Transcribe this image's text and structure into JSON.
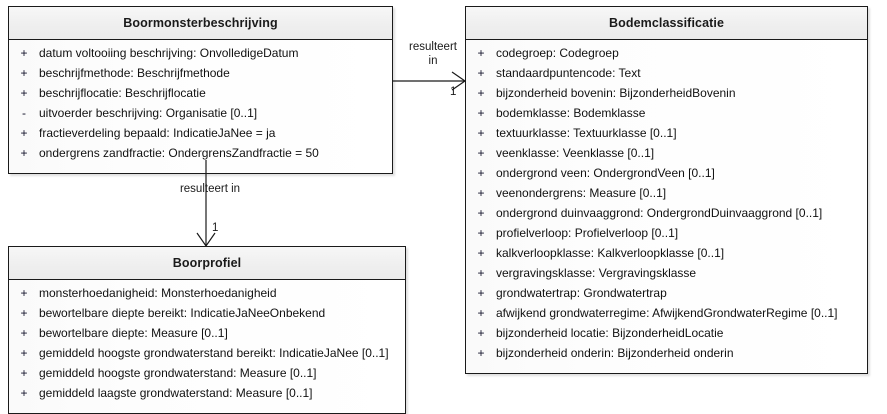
{
  "diagram": {
    "type": "uml-class-diagram",
    "language": "nl",
    "classes": [
      {
        "id": "boormonsterbeschrijving",
        "name": "Boormonsterbeschrijving",
        "attributes": [
          {
            "visibility": "+",
            "text": "datum voltooiing beschrijving: OnvolledigeDatum"
          },
          {
            "visibility": "+",
            "text": "beschrijfmethode: Beschrijfmethode"
          },
          {
            "visibility": "+",
            "text": "beschrijflocatie: Beschrijflocatie"
          },
          {
            "visibility": "-",
            "text": "uitvoerder beschrijving: Organisatie [0..1]"
          },
          {
            "visibility": "+",
            "text": "fractieverdeling bepaald: IndicatieJaNee = ja"
          },
          {
            "visibility": "+",
            "text": "ondergrens zandfractie: OndergrensZandfractie = 50"
          }
        ]
      },
      {
        "id": "bodemclassificatie",
        "name": "Bodemclassificatie",
        "attributes": [
          {
            "visibility": "+",
            "text": "codegroep: Codegroep"
          },
          {
            "visibility": "+",
            "text": "standaardpuntencode: Text"
          },
          {
            "visibility": "+",
            "text": "bijzonderheid bovenin: BijzonderheidBovenin"
          },
          {
            "visibility": "+",
            "text": "bodemklasse: Bodemklasse"
          },
          {
            "visibility": "+",
            "text": "textuurklasse: Textuurklasse [0..1]"
          },
          {
            "visibility": "+",
            "text": "veenklasse: Veenklasse [0..1]"
          },
          {
            "visibility": "+",
            "text": "ondergrond veen: OndergrondVeen [0..1]"
          },
          {
            "visibility": "+",
            "text": "veenondergrens: Measure [0..1]"
          },
          {
            "visibility": "+",
            "text": "ondergrond duinvaaggrond: OndergrondDuinvaaggrond [0..1]"
          },
          {
            "visibility": "+",
            "text": "profielverloop: Profielverloop [0..1]"
          },
          {
            "visibility": "+",
            "text": "kalkverloopklasse: Kalkverloopklasse [0..1]"
          },
          {
            "visibility": "+",
            "text": "vergravingsklasse: Vergravingsklasse"
          },
          {
            "visibility": "+",
            "text": "grondwatertrap: Grondwatertrap"
          },
          {
            "visibility": "+",
            "text": "afwijkend grondwaterregime: AfwijkendGrondwaterRegime [0..1]"
          },
          {
            "visibility": "+",
            "text": "bijzonderheid locatie: BijzonderheidLocatie"
          },
          {
            "visibility": "+",
            "text": "bijzonderheid onderin: Bijzonderheid onderin"
          }
        ]
      },
      {
        "id": "boorprofiel",
        "name": "Boorprofiel",
        "attributes": [
          {
            "visibility": "+",
            "text": "monsterhoedanigheid: Monsterhoedanigheid"
          },
          {
            "visibility": "+",
            "text": "bewortelbare diepte bereikt: IndicatieJaNeeOnbekend"
          },
          {
            "visibility": "+",
            "text": "bewortelbare diepte: Measure [0..1]"
          },
          {
            "visibility": "+",
            "text": "gemiddeld hoogste grondwaterstand bereikt: IndicatieJaNee [0..1]"
          },
          {
            "visibility": "+",
            "text": "gemiddeld hoogste grondwaterstand: Measure [0..1]"
          },
          {
            "visibility": "+",
            "text": "gemiddeld laagste grondwaterstand: Measure [0..1]"
          }
        ]
      }
    ],
    "associations": [
      {
        "id": "assoc-horizontal",
        "label_line1": "resulteert",
        "label_line2": "in",
        "source": "Boormonsterbeschrijving",
        "target": "Bodemclassificatie",
        "target_multiplicity": "1",
        "arrow": "open"
      },
      {
        "id": "assoc-vertical",
        "label": "resulteert in",
        "source": "Boormonsterbeschrijving",
        "target": "Boorprofiel",
        "target_multiplicity": "1",
        "arrow": "open"
      }
    ],
    "colors": {
      "border": "#1a1a1a",
      "header_fill": "#efefef",
      "body_fill": "#ffffff",
      "text": "#111111",
      "line": "#1a1a1a"
    }
  }
}
